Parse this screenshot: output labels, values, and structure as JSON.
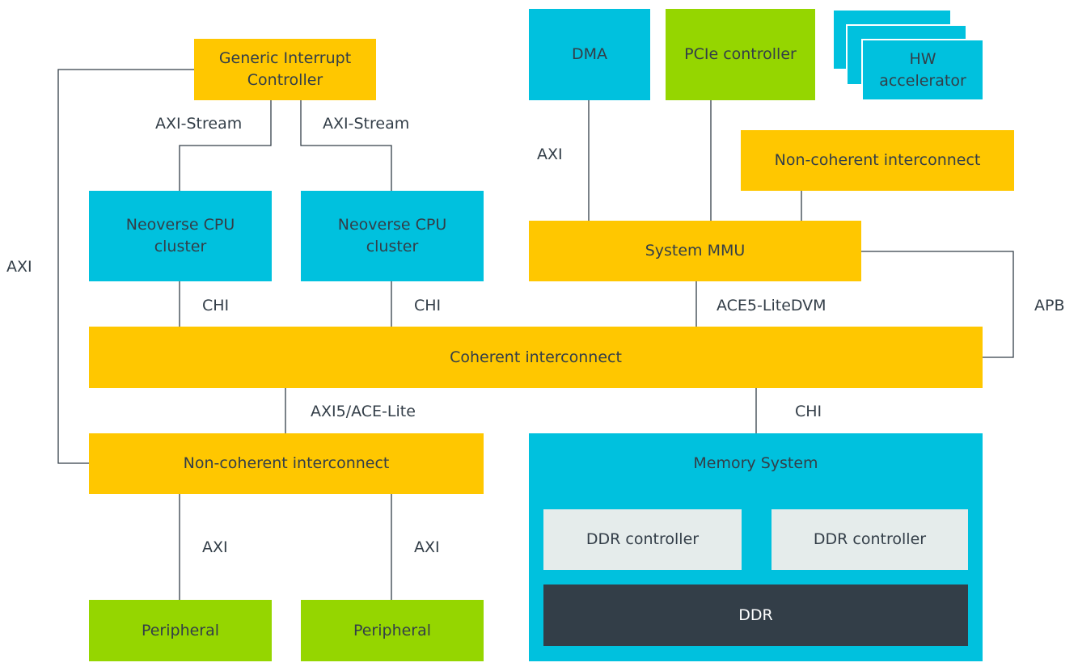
{
  "blocks": {
    "gic": "Generic Interrupt Controller",
    "cpu_cluster_1": "Neoverse CPU cluster",
    "cpu_cluster_2": "Neoverse CPU cluster",
    "dma": "DMA",
    "pcie": "PCIe controller",
    "hw_accel": "HW accelerator",
    "noncoherent_top": "Non-coherent interconnect",
    "smmu": "System MMU",
    "coherent": "Coherent interconnect",
    "noncoherent_bottom": "Non-coherent interconnect",
    "memory_system": "Memory System",
    "ddr_ctrl_1": "DDR controller",
    "ddr_ctrl_2": "DDR controller",
    "ddr": "DDR",
    "peripheral_1": "Peripheral",
    "peripheral_2": "Peripheral"
  },
  "links": {
    "gic_cpu1": "AXI-Stream",
    "gic_cpu2": "AXI-Stream",
    "gic_noncoherent": "AXI",
    "cpu1_coherent": "CHI",
    "cpu2_coherent": "CHI",
    "dma_smmu": "AXI",
    "smmu_coherent": "ACE5-LiteDVM",
    "smmu_coherent_apb": "APB",
    "coherent_noncoherent": "AXI5/ACE-Lite",
    "coherent_memory": "CHI",
    "noncoherent_periph1": "AXI",
    "noncoherent_periph2": "AXI"
  },
  "colors": {
    "yellow": "#ffc700",
    "blue": "#00c1de",
    "green": "#95d600",
    "light_grey": "#e5eceb",
    "dark": "#333e48",
    "line": "#333e48"
  }
}
